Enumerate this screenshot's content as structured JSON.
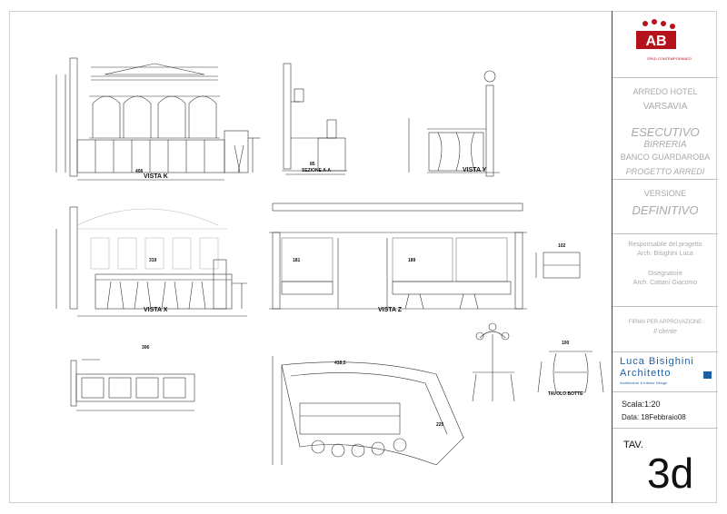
{
  "views": {
    "vista_k": "VISTA K",
    "vista_x": "VISTA X",
    "vista_y": "VISTA Y",
    "vista_z": "VISTA Z",
    "sezione_aa": "SEZIONE A-A",
    "tavolo_botte": "TAVOLO BOTTE"
  },
  "dims": {
    "d406": "406",
    "d319": "319",
    "d306": "306",
    "d85": "85",
    "d181": "181",
    "d189": "189",
    "d102": "102",
    "d100": "100",
    "d418": "418,5",
    "d225": "225"
  },
  "title_block": {
    "company": "SPAD CONTEMPORANEO",
    "project_line1": "ARREDO HOTEL",
    "project_line2": "VARSAVIA",
    "phase": "ESECUTIVO",
    "sub1": "BIRRERIA",
    "sub2": "BANCO GUARDAROBA",
    "scope": "PROGETTO ARREDI",
    "version_label": "VERSIONE",
    "version_value": "DEFINITIVO",
    "resp_label": "Responsabile del progetto",
    "resp_name": "Arch. Bisighini Luca",
    "designer_label": "Disegnatore",
    "designer_name": "Arch. Cattani Giacomo",
    "approval1": "FIRMA PER APPROVAZIONE",
    "approval2": "Il cliente",
    "architect_name": "Luca Bisighini",
    "architect_title": "Architetto",
    "architect_sub": "Architecture & Interior Design",
    "scale": "Scala:1:20",
    "date": "Data: 18Febbraio08",
    "tav_label": "TAV.",
    "tav_number": "3d"
  },
  "colors": {
    "brand_red": "#b5121b",
    "brand_blue": "#1c5fa8",
    "line": "#333333"
  }
}
